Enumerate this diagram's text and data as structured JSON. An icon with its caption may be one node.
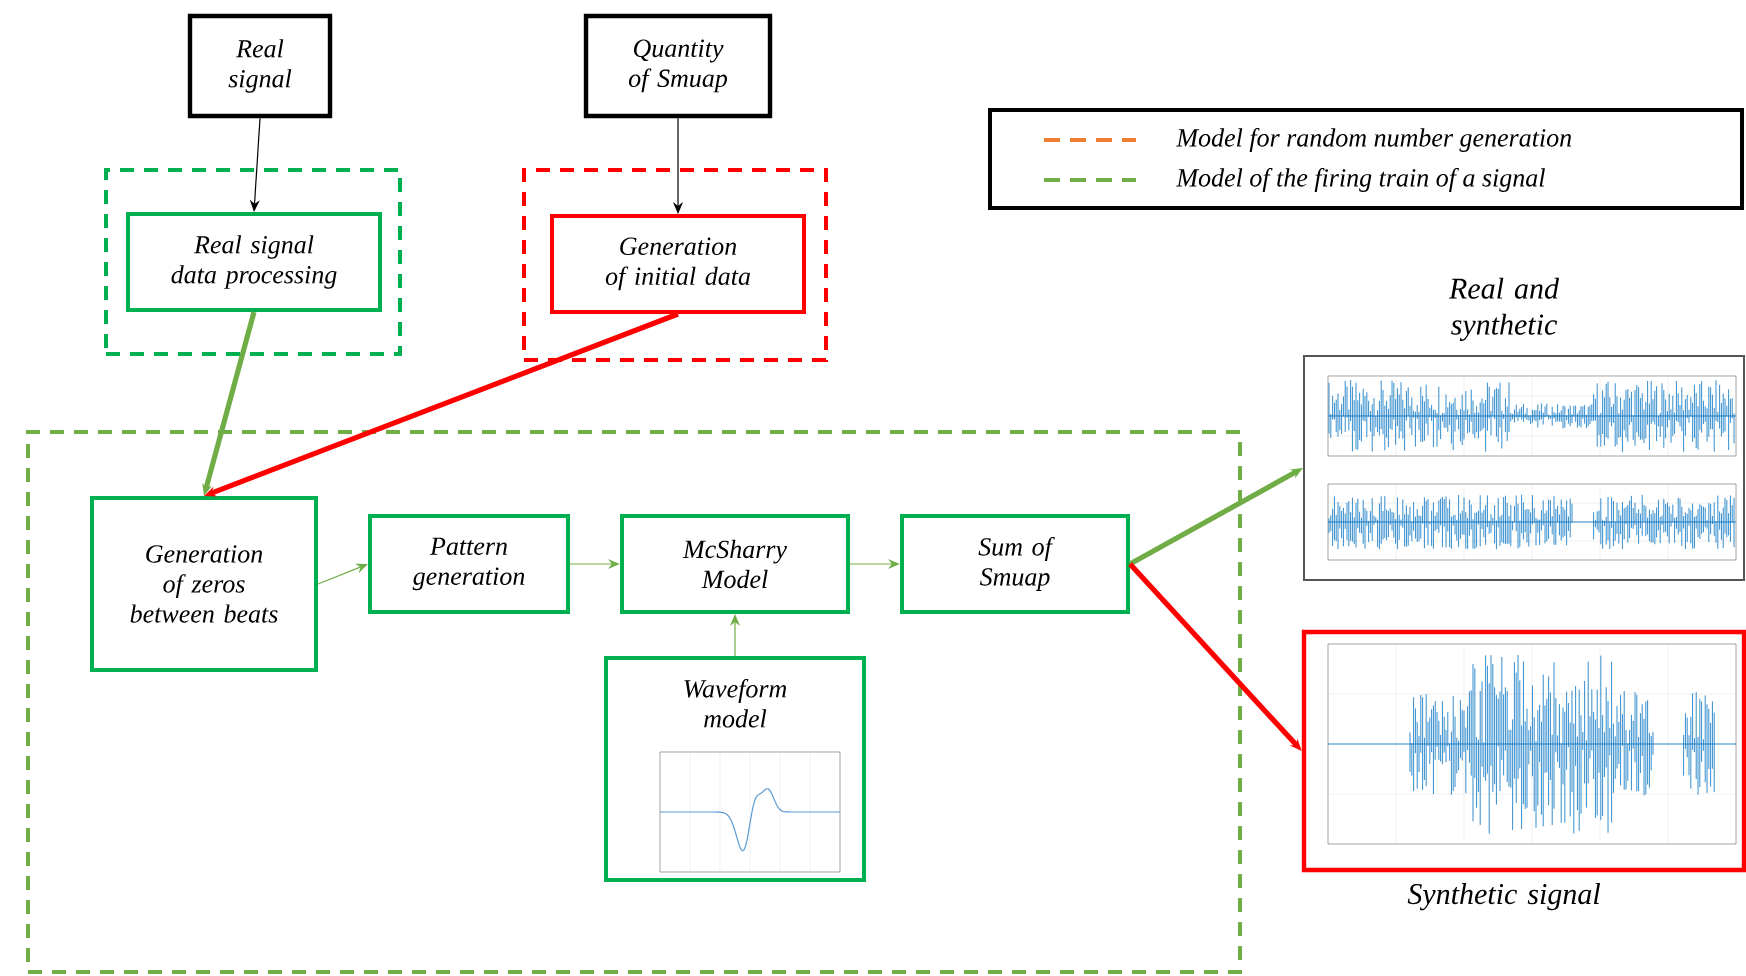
{
  "diagram": {
    "nodes": [
      {
        "text": [
          "Real signal"
        ]
      },
      {
        "text": [
          "Quantity of Smuap"
        ]
      },
      {
        "text": [],
        "shape": "box"
      },
      {
        "text": [
          "Real signal data processing"
        ],
        "in": 2
      },
      {
        "text": [],
        "shape": "box"
      },
      {
        "text": [
          "Generation of initial data"
        ],
        "in": 4
      },
      {
        "text": [],
        "shape": "box"
      },
      {
        "text": [
          "Generation of zeros between beats"
        ],
        "in": 6
      },
      {
        "text": [
          "Pattern generation"
        ],
        "in": 6
      },
      {
        "text": [
          "McSharry Model"
        ],
        "in": 6
      },
      {
        "text": [
          "Sum of Smuap"
        ],
        "in": 6
      },
      {
        "text": [
          "Waveform model"
        ],
        "in": 6
      },
      {
        "text": [
          "Real and synthetic"
        ]
      },
      {
        "text": [
          "Synthetic signal"
        ]
      }
    ],
    "edges": [
      {
        "from": 0,
        "to": 3,
        "arrow": "to",
        "color": "#000000"
      },
      {
        "from": 1,
        "to": 5,
        "arrow": "to",
        "color": "#000000"
      },
      {
        "from": 3,
        "to": 7,
        "arrow": "to",
        "style": "thick"
      },
      {
        "from": 5,
        "to": 7,
        "arrow": "to",
        "style": "thick",
        "color": "#ff0000"
      },
      {
        "from": 7,
        "to": 8,
        "arrow": "to"
      },
      {
        "from": 8,
        "to": 9,
        "arrow": "to"
      },
      {
        "from": 9,
        "to": 10,
        "arrow": "to"
      },
      {
        "from": 11,
        "to": 9,
        "arrow": "to"
      },
      {
        "from": 10,
        "to": 12,
        "arrow": "to",
        "style": "thick"
      },
      {
        "from": 10,
        "to": 13,
        "arrow": "to",
        "style": "thick",
        "color": "#ff0000"
      }
    ],
    "legend": [
      {
        "text": "Model for random number generation"
      },
      {
        "text": "Model of the firing train of a signal"
      }
    ]
  }
}
